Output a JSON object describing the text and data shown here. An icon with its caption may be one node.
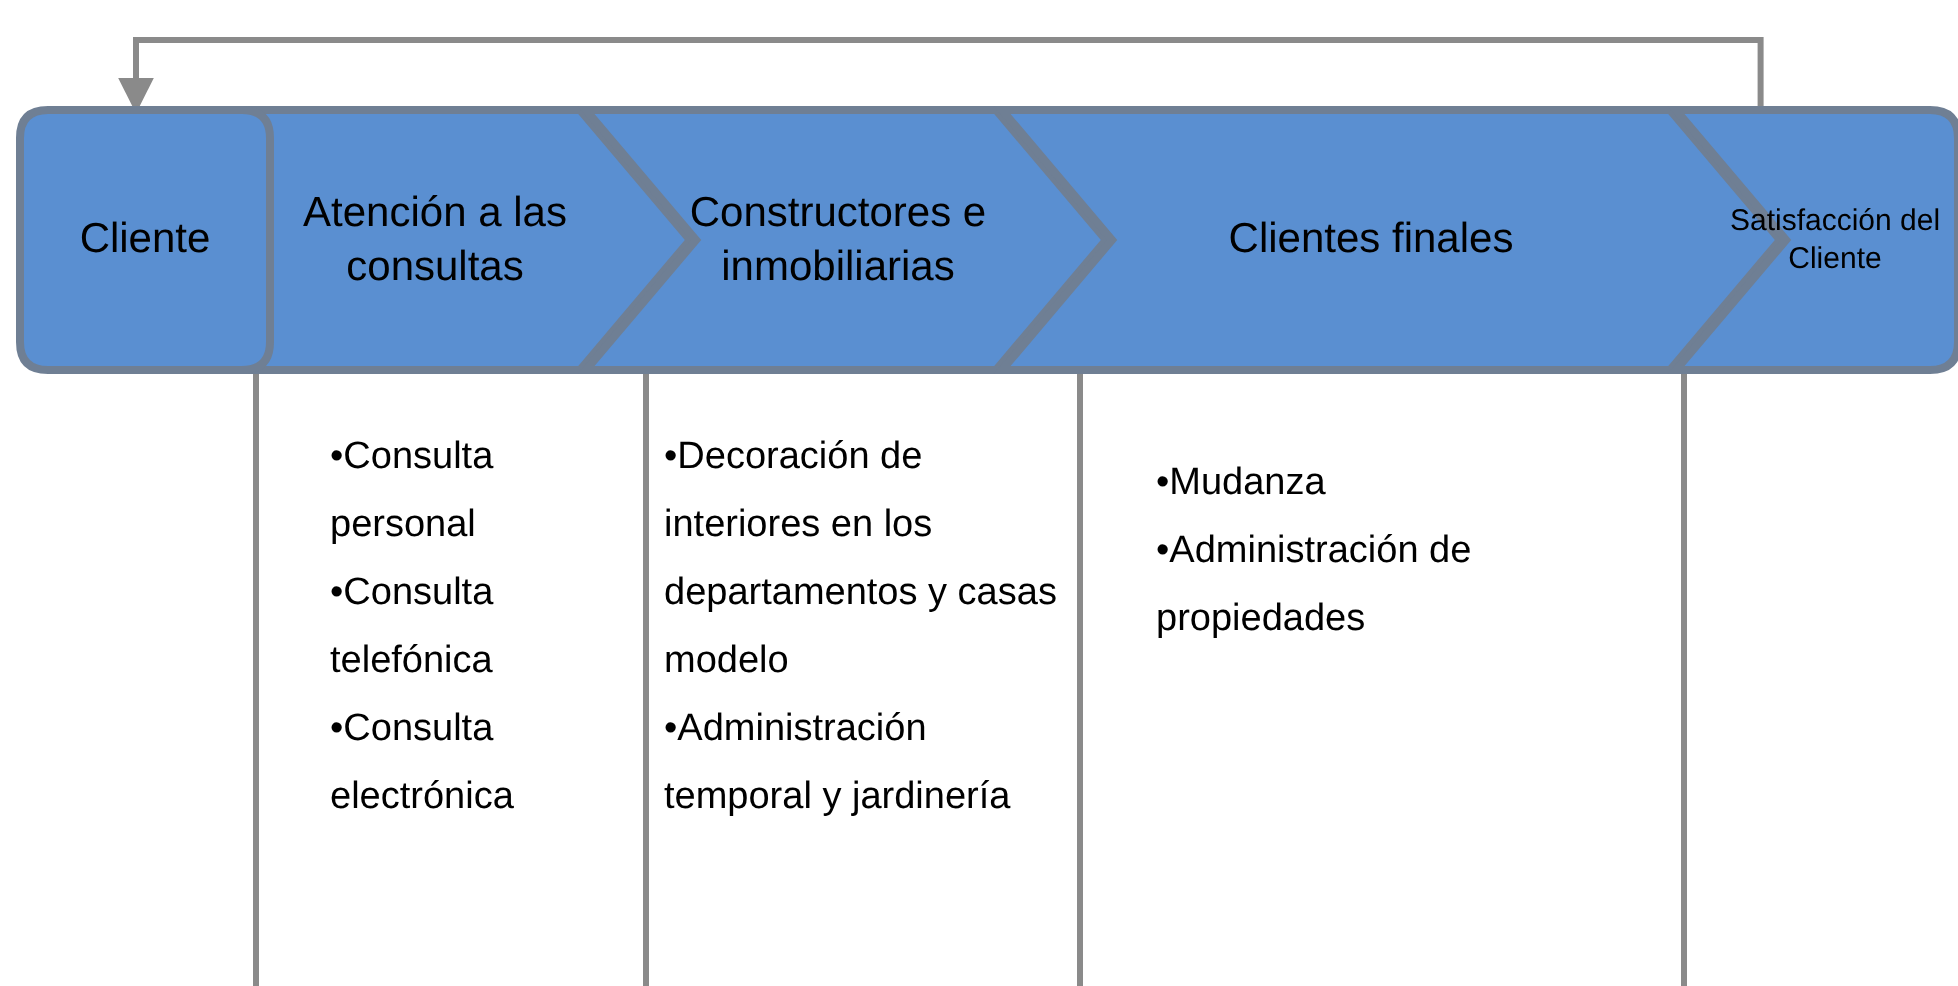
{
  "diagram": {
    "nodes": [
      {
        "text": [
          "Cliente"
        ]
      },
      {
        "text": [
          "Atención a las consultas"
        ]
      },
      {
        "text": [
          "Constructores e inmobiliarias"
        ]
      },
      {
        "text": [
          "Clientes finales"
        ]
      },
      {
        "text": [
          "Satisfacción del Cliente"
        ]
      }
    ],
    "edges": [
      {
        "from": 4,
        "to": 0,
        "arrow": "to"
      }
    ],
    "labels": [
      "•Consulta personal",
      "•Consulta telefónica",
      "•Consulta electrónica",
      "•Decoración de interiores en los departamentos y casas modelo",
      "•Administración temporal y jardinería",
      "•Mudanza",
      "•Administración de propiedades"
    ]
  }
}
